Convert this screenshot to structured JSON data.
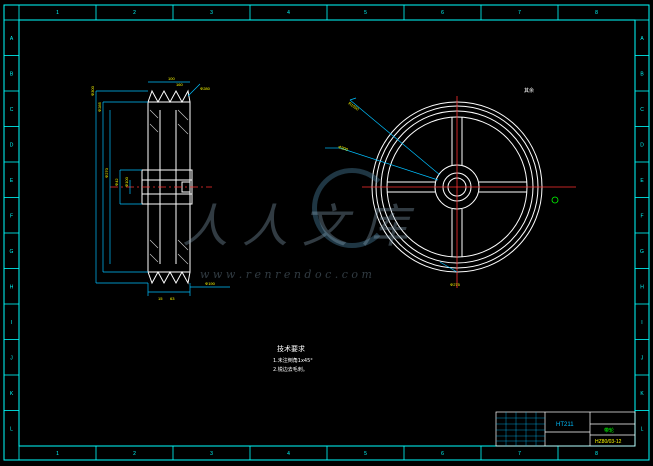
{
  "border": {
    "top_numbers": [
      "1",
      "2",
      "3",
      "4",
      "5",
      "6",
      "7",
      "8"
    ],
    "side_letters": [
      "A",
      "B",
      "C",
      "D",
      "E",
      "F",
      "G",
      "H",
      "I",
      "J",
      "K",
      "L"
    ]
  },
  "side_view": {
    "dimensions": [
      "Φ300",
      "Φ285",
      "Φ270",
      "Φ42",
      "Φ100",
      "15",
      "63",
      "100",
      "160",
      "Φ280",
      "Φ190"
    ]
  },
  "front_view": {
    "label": "其余",
    "leaders": [
      "R1050",
      "Φ300"
    ],
    "bottom_dim": "Φ275"
  },
  "tech_notes": {
    "title": "技术要求",
    "items": [
      "1.未注倒角1x45°",
      "2.锐边去毛刺。"
    ]
  },
  "title_block": {
    "material": "HT211",
    "drawing_name": "带轮",
    "drawing_number": "HZ80/03-12"
  },
  "watermark": {
    "text": "人人文库",
    "url": "w w w . r e n r e n d o c . c o m"
  },
  "colors": {
    "background": "#000000",
    "border": "#00ffff",
    "outline": "#ffffff",
    "dimension": "#00bfff",
    "center_line": "#ff3030",
    "accent_text": "#ffff00",
    "green_text": "#00ff00"
  }
}
